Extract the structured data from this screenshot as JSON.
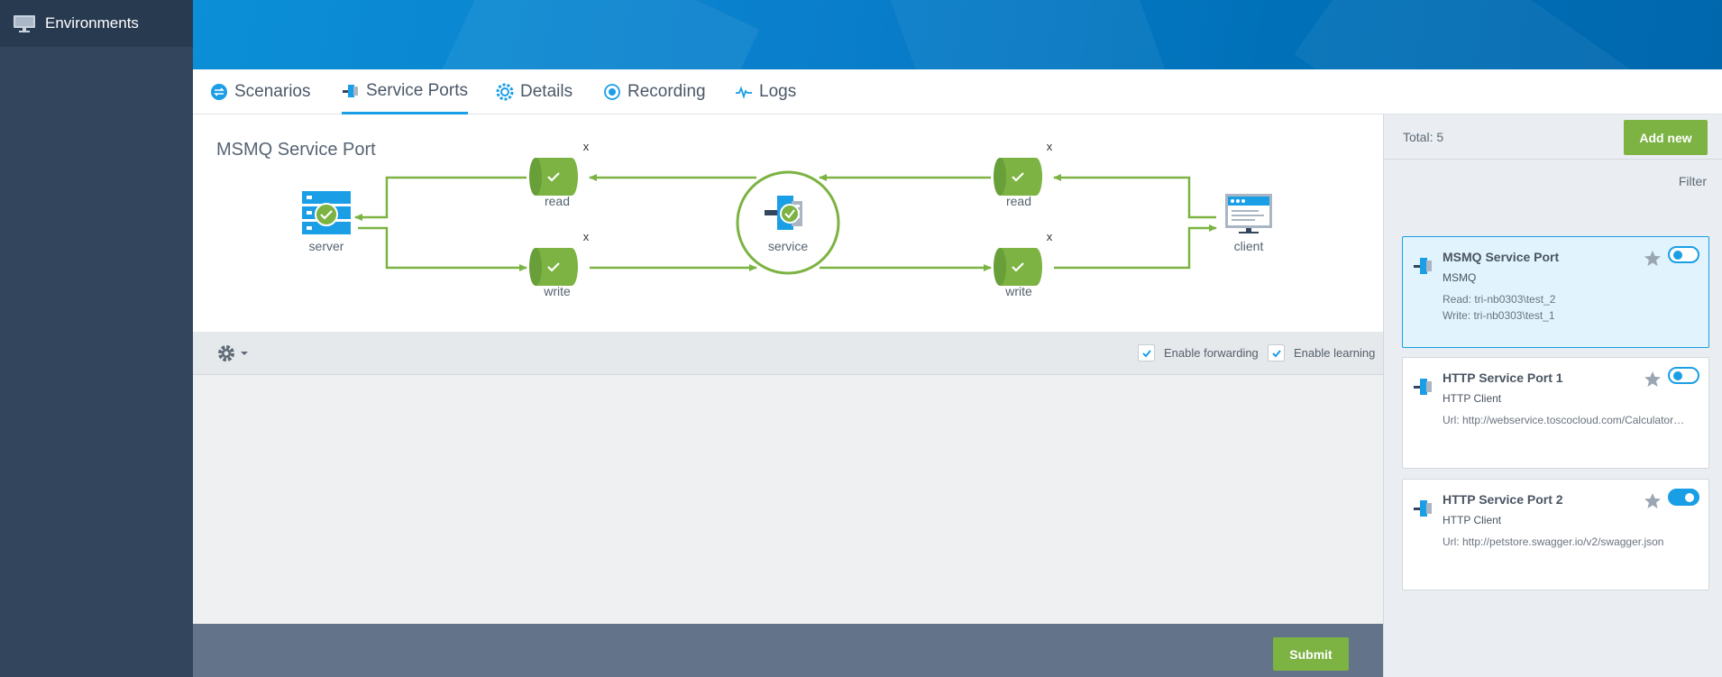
{
  "sidebar": {
    "items": [
      {
        "label": "Environments",
        "icon": "monitor-icon"
      }
    ]
  },
  "tabs": [
    {
      "label": "Scenarios",
      "icon": "swap-icon",
      "active": false
    },
    {
      "label": "Service Ports",
      "icon": "service-port-icon",
      "active": true
    },
    {
      "label": "Details",
      "icon": "gear-icon",
      "active": false
    },
    {
      "label": "Recording",
      "icon": "record-icon",
      "active": false
    },
    {
      "label": "Logs",
      "icon": "pulse-icon",
      "active": false
    }
  ],
  "diagram": {
    "title": "MSMQ Service Port",
    "nodes": {
      "server": "server",
      "service": "service",
      "client": "client",
      "left_read": "read",
      "left_write": "write",
      "right_read": "read",
      "right_write": "write"
    },
    "remove_mark": "x"
  },
  "toolbar": {
    "enable_forwarding": {
      "label": "Enable forwarding",
      "checked": true
    },
    "enable_learning": {
      "label": "Enable learning",
      "checked": true
    }
  },
  "footer": {
    "submit_label": "Submit"
  },
  "right_panel": {
    "total_label": "Total: 5",
    "add_new_label": "Add new",
    "filter_label": "Filter",
    "cards": [
      {
        "title": "MSMQ Service Port",
        "type": "MSMQ",
        "lines": [
          "Read: tri-nb0303\\test_2",
          "Write: tri-nb0303\\test_1"
        ],
        "enabled": false,
        "selected": true
      },
      {
        "title": "HTTP Service Port 1",
        "type": "HTTP Client",
        "lines": [
          "Url: http://webservice.toscocloud.com/CalculatorService.asmx?WSDL"
        ],
        "enabled": false,
        "selected": false
      },
      {
        "title": "HTTP Service Port 2",
        "type": "HTTP Client",
        "lines": [
          "Url: http://petstore.swagger.io/v2/swagger.json"
        ],
        "enabled": true,
        "selected": false
      }
    ]
  },
  "colors": {
    "accent": "#1a9ee6",
    "green": "#7cb342",
    "sidebar": "#33455c",
    "footer": "#637389"
  }
}
